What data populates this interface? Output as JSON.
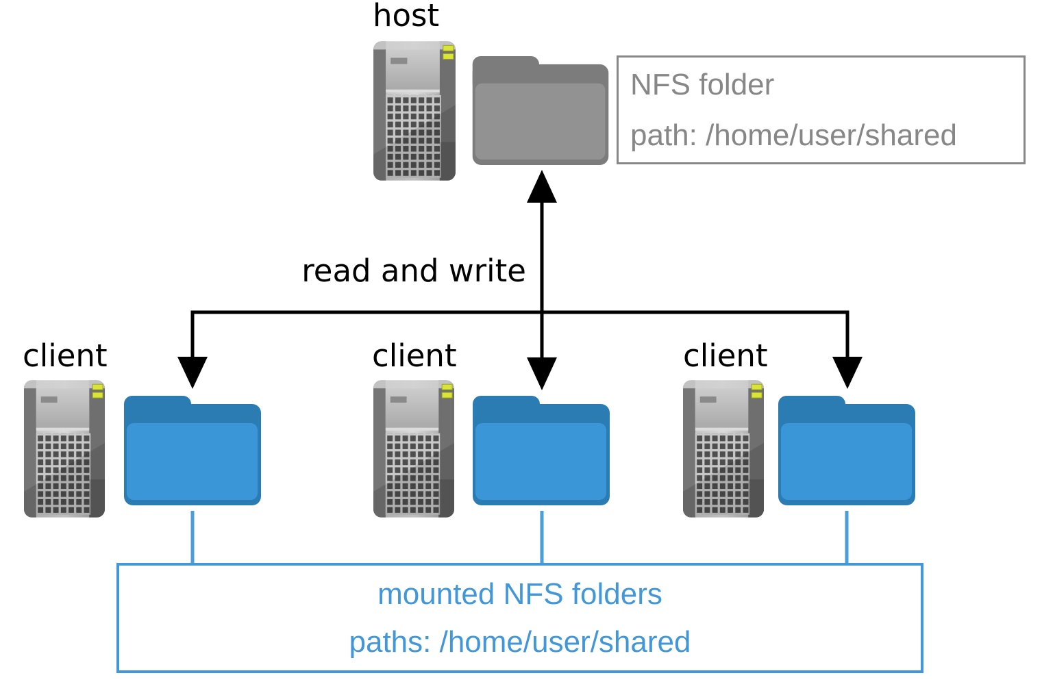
{
  "diagram": {
    "host_label": "host",
    "read_write_label": "read and write",
    "nfs_box": {
      "line1": "NFS folder",
      "line2": "path: /home/user/shared"
    },
    "clients": [
      {
        "label": "client"
      },
      {
        "label": "client"
      },
      {
        "label": "client"
      }
    ],
    "mounted_box": {
      "line1": "mounted NFS folders",
      "line2": "paths: /home/user/shared"
    },
    "icons": {
      "server": "server-tower-icon",
      "host_folder": "nfs-shared-folder-icon",
      "client_folder": "mounted-nfs-folder-icon"
    },
    "colors": {
      "black": "#000000",
      "gray": "#878787",
      "blue": "#4197d7",
      "connector_blue": "#4a9fd9",
      "folder_blue": "#3a96d6",
      "folder_blue_dark": "#2b7cb3",
      "folder_gray": "#929292",
      "folder_gray_dark": "#7c7c7c",
      "led": "#d9e437"
    }
  }
}
